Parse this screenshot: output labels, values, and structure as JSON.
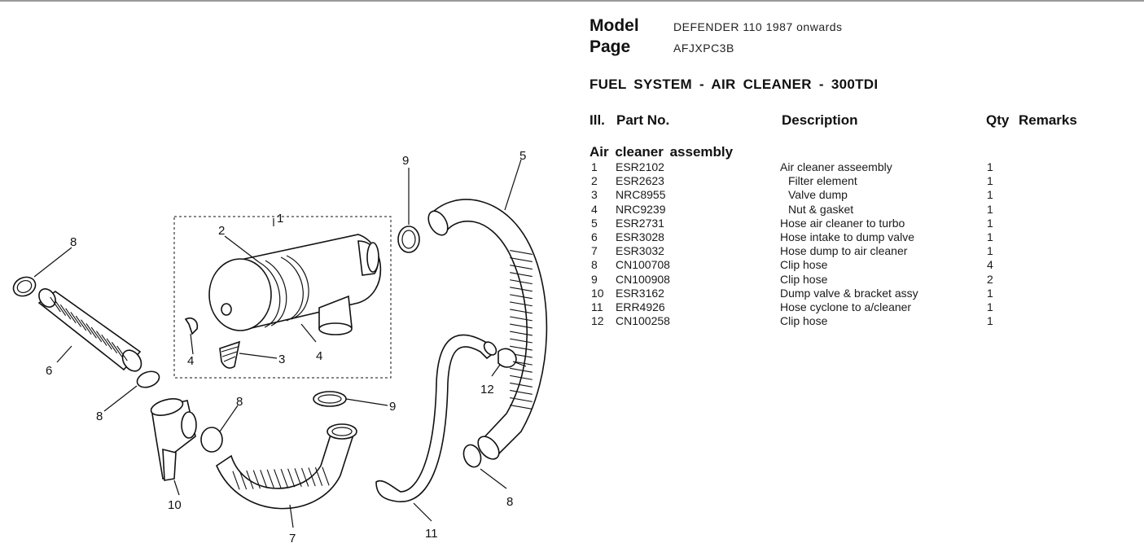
{
  "header": {
    "model_label": "Model",
    "model_value": "DEFENDER 110 1987 onwards",
    "page_label": "Page",
    "page_value": "AFJXPC3B"
  },
  "section_title": "FUEL SYSTEM - AIR CLEANER - 300TDI",
  "columns": {
    "ill": "Ill.",
    "part_no": "Part No.",
    "description": "Description",
    "qty": "Qty",
    "remarks": "Remarks"
  },
  "group_title": "Air cleaner assembly",
  "parts": [
    {
      "ill": "1",
      "part_no": "ESR2102",
      "description": "Air cleaner asseembly",
      "qty": "1",
      "indent": false
    },
    {
      "ill": "2",
      "part_no": "ESR2623",
      "description": "Filter element",
      "qty": "1",
      "indent": true
    },
    {
      "ill": "3",
      "part_no": "NRC8955",
      "description": "Valve dump",
      "qty": "1",
      "indent": true
    },
    {
      "ill": "4",
      "part_no": "NRC9239",
      "description": "Nut & gasket",
      "qty": "1",
      "indent": true
    },
    {
      "ill": "5",
      "part_no": "ESR2731",
      "description": "Hose air cleaner to turbo",
      "qty": "1",
      "indent": false
    },
    {
      "ill": "6",
      "part_no": "ESR3028",
      "description": "Hose intake to dump valve",
      "qty": "1",
      "indent": false
    },
    {
      "ill": "7",
      "part_no": "ESR3032",
      "description": "Hose dump to air cleaner",
      "qty": "1",
      "indent": false
    },
    {
      "ill": "8",
      "part_no": "CN100708",
      "description": "Clip hose",
      "qty": "4",
      "indent": false
    },
    {
      "ill": "9",
      "part_no": "CN100908",
      "description": "Clip hose",
      "qty": "2",
      "indent": false
    },
    {
      "ill": "10",
      "part_no": "ESR3162",
      "description": "Dump valve & bracket assy",
      "qty": "1",
      "indent": false
    },
    {
      "ill": "11",
      "part_no": "ERR4926",
      "description": "Hose cyclone to a/cleaner",
      "qty": "1",
      "indent": false
    },
    {
      "ill": "12",
      "part_no": "CN100258",
      "description": "Clip hose",
      "qty": "1",
      "indent": false
    }
  ],
  "callouts": [
    "1",
    "2",
    "3",
    "4",
    "4",
    "5",
    "6",
    "7",
    "8",
    "8",
    "8",
    "8",
    "9",
    "9",
    "10",
    "11",
    "12"
  ]
}
